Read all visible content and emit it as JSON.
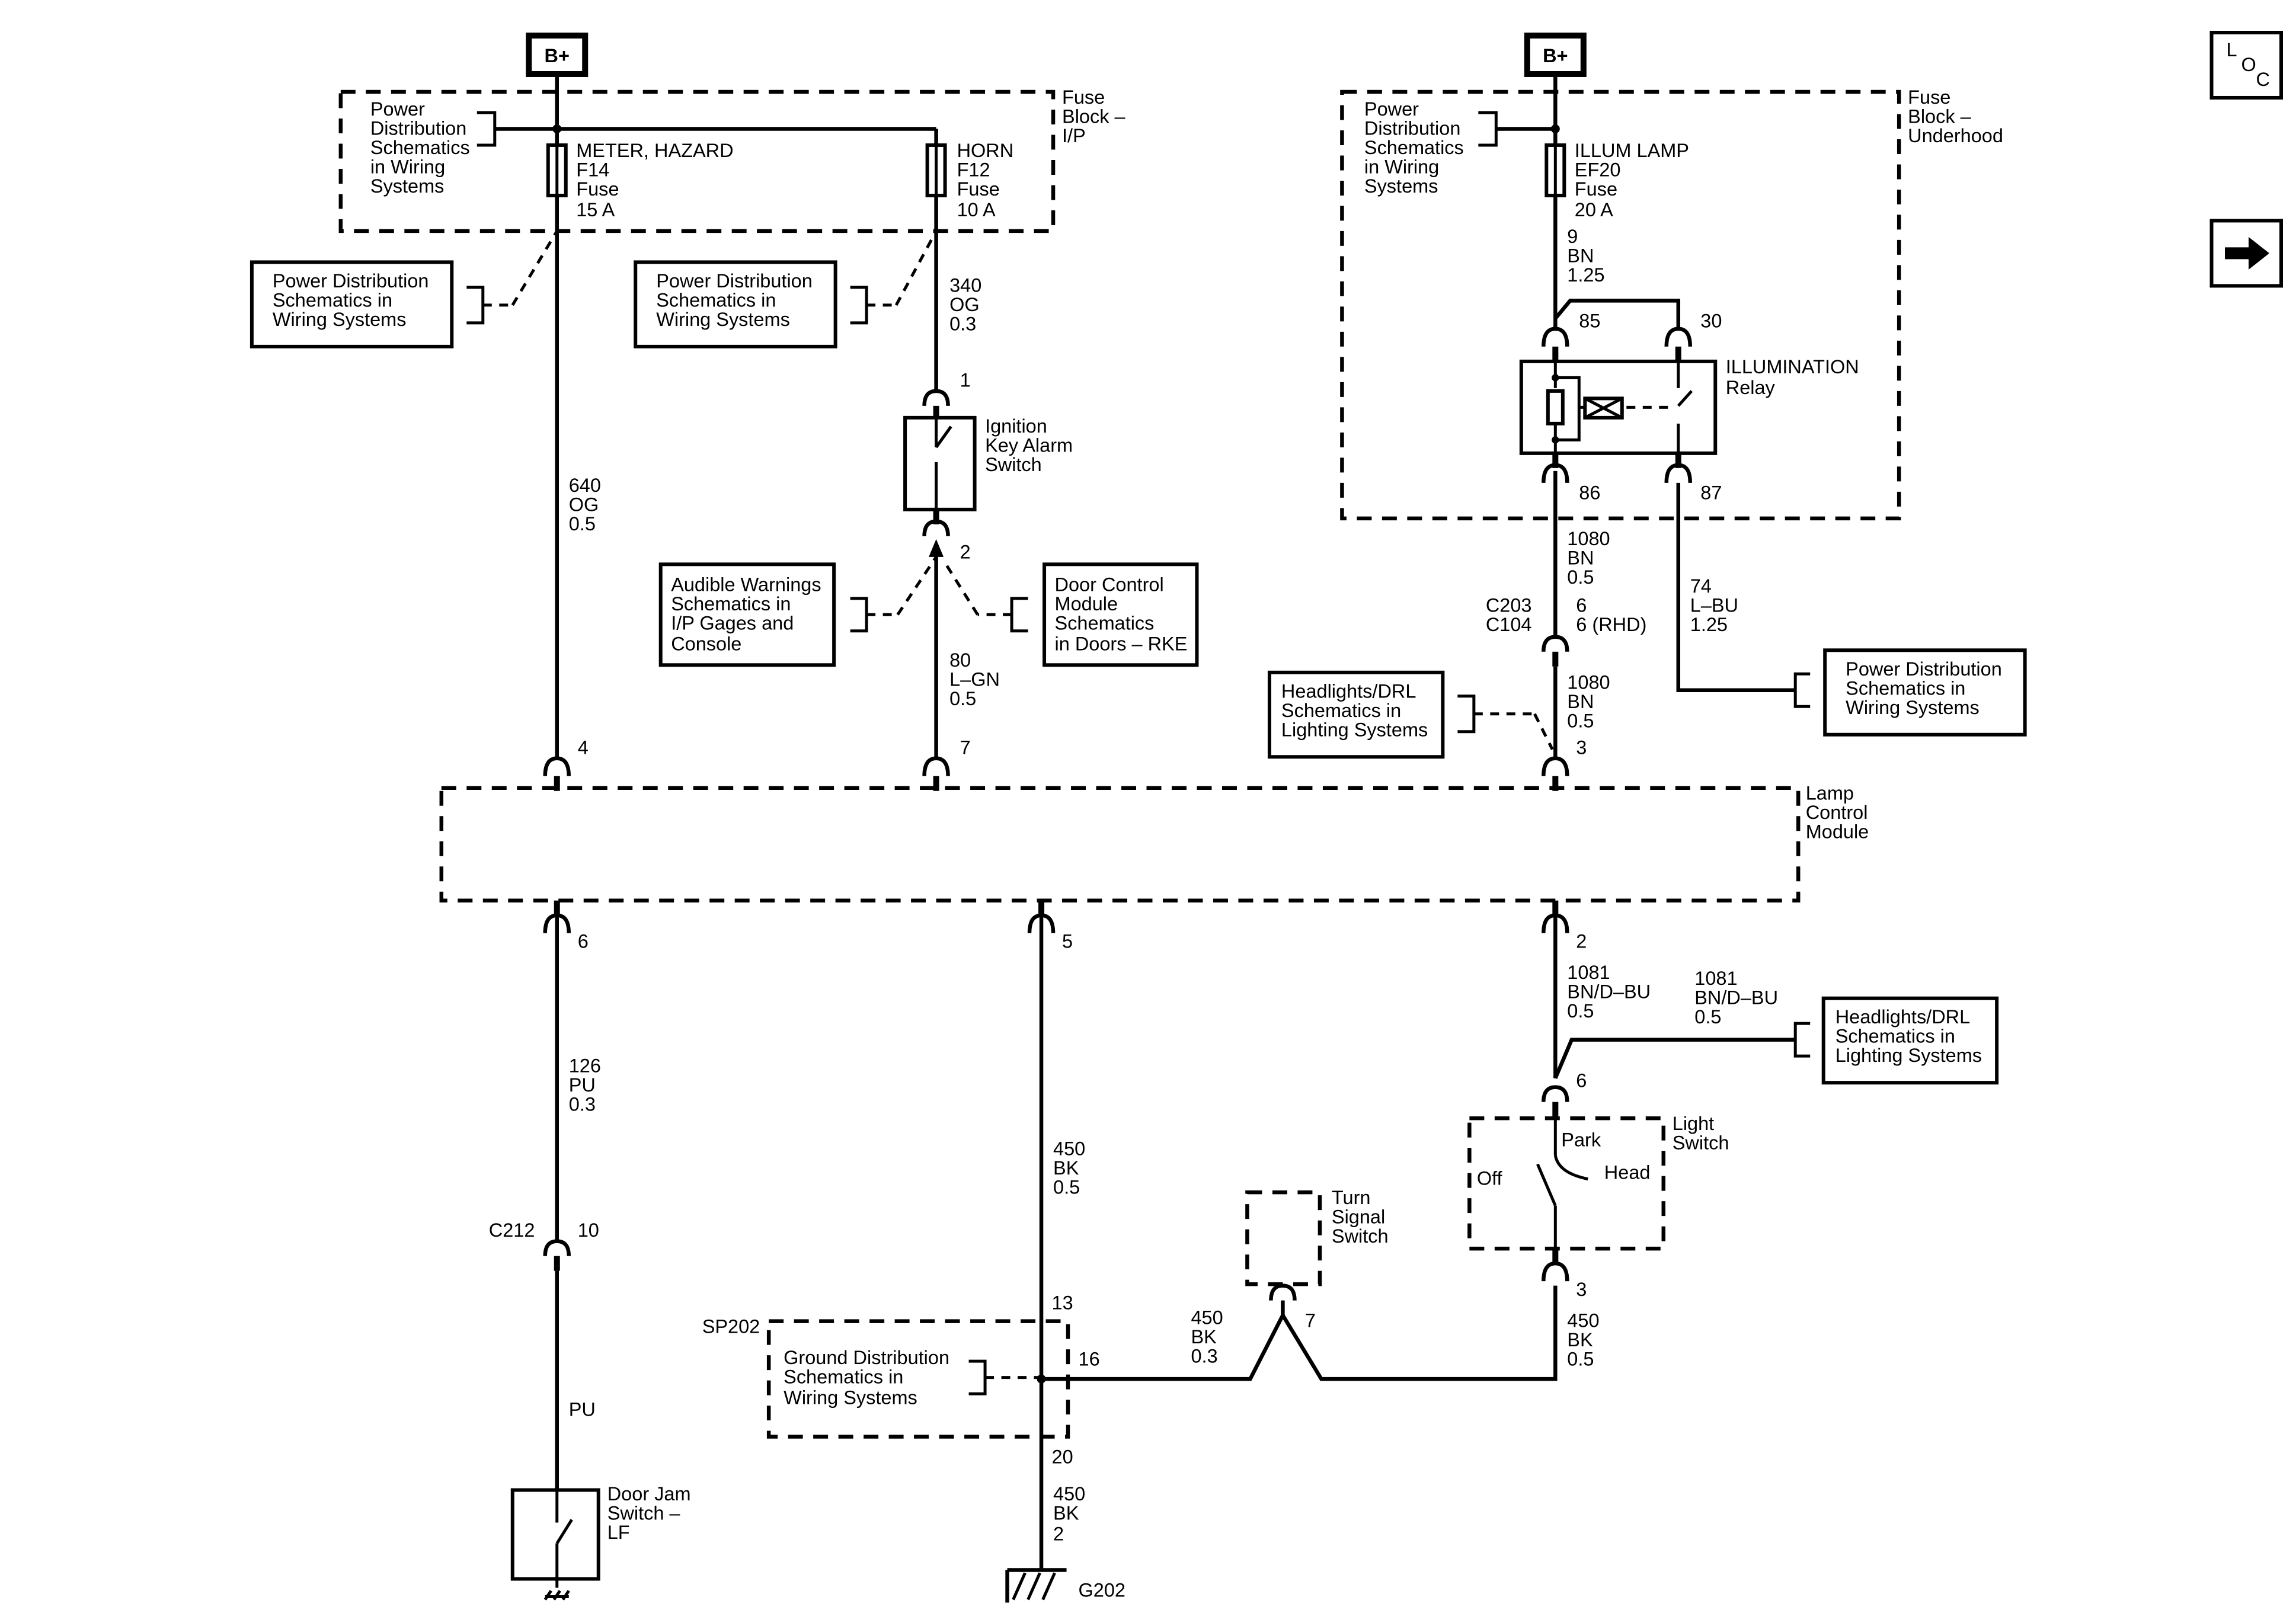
{
  "fuse_block_ip": {
    "battery": "B+",
    "label": [
      "Fuse",
      "Block –",
      "I/P"
    ],
    "note": [
      "Power",
      "Distribution",
      "Schematics",
      "in Wiring",
      "Systems"
    ],
    "fuse_f14": [
      "METER, HAZARD",
      "F14",
      "Fuse",
      "15 A"
    ],
    "fuse_f12": [
      "HORN",
      "F12",
      "Fuse",
      "10 A"
    ]
  },
  "fuse_block_underhood": {
    "battery": "B+",
    "label": [
      "Fuse",
      "Block –",
      "Underhood"
    ],
    "note": [
      "Power",
      "Distribution",
      "Schematics",
      "in Wiring",
      "Systems"
    ],
    "fuse_ef20": [
      "ILLUM LAMP",
      "EF20",
      "Fuse",
      "20 A"
    ],
    "wire_to_relay": [
      "9",
      "BN",
      "1.25"
    ],
    "relay_label": [
      "ILLUMINATION",
      "Relay"
    ],
    "relay_pins": {
      "p85": "85",
      "p30": "30",
      "p86": "86",
      "p87": "87"
    }
  },
  "ref_boxes": {
    "pd_left": [
      "Power Distribution",
      "Schematics in",
      "Wiring Systems"
    ],
    "pd_mid": [
      "Power Distribution",
      "Schematics in",
      "Wiring Systems"
    ],
    "audible": [
      "Audible Warnings",
      "Schematics in",
      "I/P Gages and",
      "Console"
    ],
    "door_module": [
      "Door Control",
      "Module",
      "Schematics",
      "in Doors – RKE"
    ],
    "headlights_upper": [
      "Headlights/DRL",
      "Schematics in",
      "Lighting Systems"
    ],
    "pd_right": [
      "Power Distribution",
      "Schematics in",
      "Wiring Systems"
    ],
    "headlights_lower": [
      "Headlights/DRL",
      "Schematics in",
      "Lighting Systems"
    ],
    "ground": [
      "Ground Distribution",
      "Schematics in",
      "Wiring Systems"
    ]
  },
  "wires": {
    "w640": [
      "640",
      "OG",
      "0.5"
    ],
    "w340": [
      "340",
      "OG",
      "0.3"
    ],
    "w80": [
      "80",
      "L–GN",
      "0.5"
    ],
    "w1080a": [
      "1080",
      "BN",
      "0.5"
    ],
    "w1080b": [
      "1080",
      "BN",
      "0.5"
    ],
    "w74": [
      "74",
      "L–BU",
      "1.25"
    ],
    "w126": [
      "126",
      "PU",
      "0.3"
    ],
    "w_pu": "PU",
    "w450a": [
      "450",
      "BK",
      "0.5"
    ],
    "w450b": [
      "450",
      "BK",
      "0.3"
    ],
    "w450c": [
      "450",
      "BK",
      "0.5"
    ],
    "w450d": [
      "450",
      "BK",
      "2"
    ],
    "w1081a": [
      "1081",
      "BN/D–BU",
      "0.5"
    ],
    "w1081b": [
      "1081",
      "BN/D–BU",
      "0.5"
    ]
  },
  "connectors": {
    "c203": [
      "C203",
      "C104"
    ],
    "c203_pins": [
      "6",
      "6 (RHD)"
    ],
    "c212": "C212",
    "c212_pin": "10",
    "sp202": "SP202",
    "g202": "G202"
  },
  "pins": {
    "p1": "1",
    "p2": "2",
    "p4": "4",
    "p7": "7",
    "p3": "3",
    "p6b": "6",
    "p5": "5",
    "p2b": "2",
    "p6c": "6",
    "p3b": "3",
    "p13": "13",
    "p16": "16",
    "p20": "20",
    "p7b": "7"
  },
  "components": {
    "ignition": [
      "Ignition",
      "Key Alarm",
      "Switch"
    ],
    "lamp_module": [
      "Lamp",
      "Control",
      "Module"
    ],
    "turn_signal": [
      "Turn",
      "Signal",
      "Switch"
    ],
    "light_switch": [
      "Light",
      "Switch"
    ],
    "light_positions": {
      "park": "Park",
      "off": "Off",
      "head": "Head"
    },
    "door_jam": [
      "Door Jam",
      "Switch –",
      "LF"
    ]
  },
  "side_icons": {
    "loc": [
      "L",
      "O",
      "C"
    ],
    "next": "next-arrow"
  }
}
